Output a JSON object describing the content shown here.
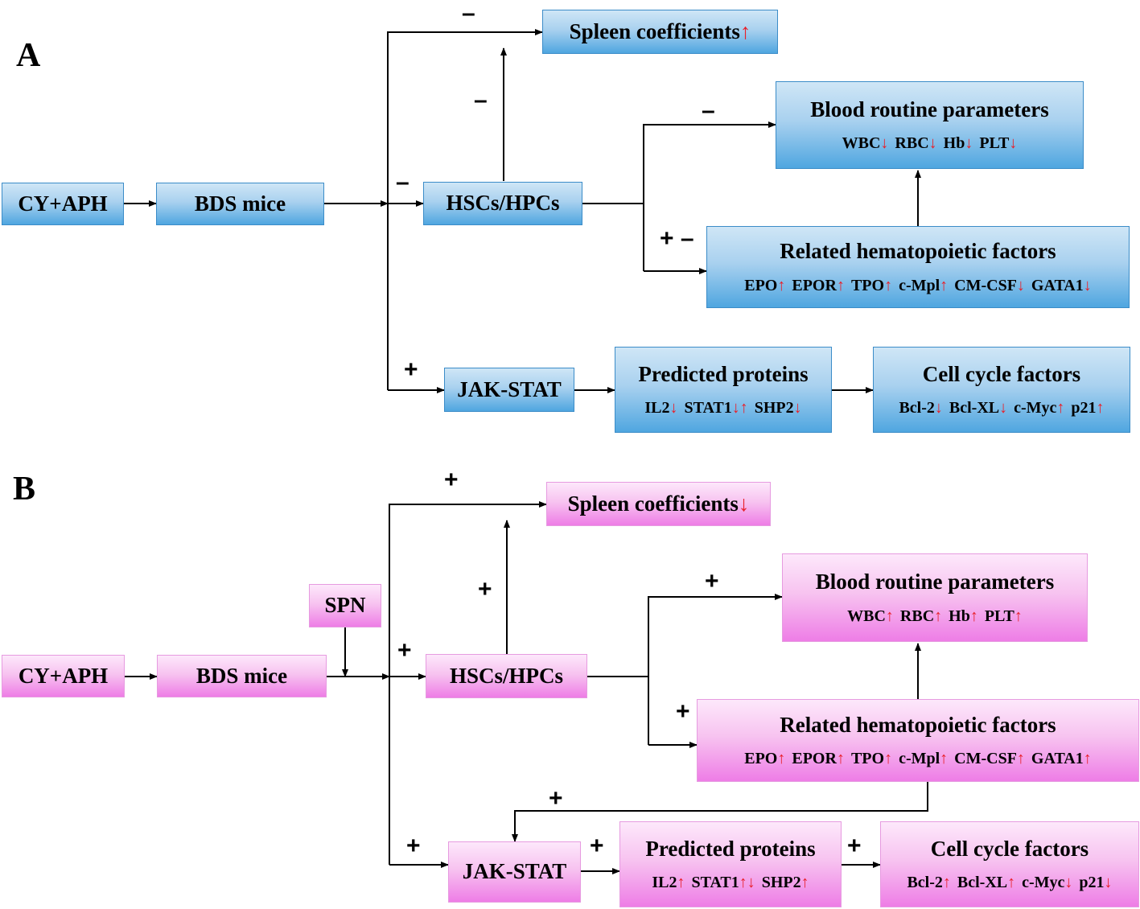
{
  "panels": {
    "a": {
      "label": "A",
      "cy_aph": "CY+APH",
      "bds_mice": "BDS mice",
      "hscs": "HSCs/HPCs",
      "jak_stat": "JAK-STAT",
      "spleen": {
        "text": "Spleen coefficients",
        "arrow": "↑"
      },
      "blood": {
        "title": "Blood routine parameters",
        "items": [
          {
            "t": "WBC",
            "a": "↓"
          },
          {
            "t": "RBC",
            "a": "↓"
          },
          {
            "t": "Hb",
            "a": "↓"
          },
          {
            "t": "PLT",
            "a": "↓"
          }
        ]
      },
      "hema": {
        "title": "Related hematopoietic factors",
        "items": [
          {
            "t": "EPO",
            "a": "↑"
          },
          {
            "t": "EPOR",
            "a": "↑"
          },
          {
            "t": "TPO",
            "a": "↑"
          },
          {
            "t": "c-Mpl",
            "a": "↑"
          },
          {
            "t": "CM-CSF",
            "a": "↓"
          },
          {
            "t": "GATA1",
            "a": "↓"
          }
        ]
      },
      "pred": {
        "title": "Predicted proteins",
        "items": [
          {
            "t": "IL2",
            "a": "↓"
          },
          {
            "t": "STAT1",
            "a": "↓↑"
          },
          {
            "t": "SHP2",
            "a": "↓"
          }
        ]
      },
      "cell": {
        "title": "Cell cycle factors",
        "items": [
          {
            "t": "Bcl-2",
            "a": "↓"
          },
          {
            "t": "Bcl-XL",
            "a": "↓"
          },
          {
            "t": "c-Myc",
            "a": "↑"
          },
          {
            "t": "p21",
            "a": "↑"
          }
        ]
      },
      "signs": {
        "spleen": "–",
        "hsc_up": "–",
        "hsc_in": "–",
        "blood": "–",
        "hema": "+ –",
        "jak": "+"
      }
    },
    "b": {
      "label": "B",
      "cy_aph": "CY+APH",
      "bds_mice": "BDS mice",
      "spn": "SPN",
      "hscs": "HSCs/HPCs",
      "jak_stat": "JAK-STAT",
      "spleen": {
        "text": "Spleen coefficients",
        "arrow": "↓"
      },
      "blood": {
        "title": "Blood routine parameters",
        "items": [
          {
            "t": "WBC",
            "a": "↑"
          },
          {
            "t": "RBC",
            "a": "↑"
          },
          {
            "t": "Hb",
            "a": "↑"
          },
          {
            "t": "PLT",
            "a": "↑"
          }
        ]
      },
      "hema": {
        "title": "Related hematopoietic factors",
        "items": [
          {
            "t": "EPO",
            "a": "↑"
          },
          {
            "t": "EPOR",
            "a": "↑"
          },
          {
            "t": "TPO",
            "a": "↑"
          },
          {
            "t": "c-Mpl",
            "a": "↑"
          },
          {
            "t": "CM-CSF",
            "a": "↑"
          },
          {
            "t": "GATA1",
            "a": "↑"
          }
        ]
      },
      "pred": {
        "title": "Predicted proteins",
        "items": [
          {
            "t": "IL2",
            "a": "↑"
          },
          {
            "t": "STAT1",
            "a": "↑↓"
          },
          {
            "t": "SHP2",
            "a": "↑"
          }
        ]
      },
      "cell": {
        "title": "Cell cycle factors",
        "items": [
          {
            "t": "Bcl-2",
            "a": "↑"
          },
          {
            "t": "Bcl-XL",
            "a": "↑"
          },
          {
            "t": "c-Myc",
            "a": "↓"
          },
          {
            "t": "p21",
            "a": "↓"
          }
        ]
      },
      "signs": {
        "spleen": "+",
        "hsc_up": "+",
        "hsc_in": "+",
        "blood": "+",
        "hema": "+",
        "feedback": "+",
        "jak": "+",
        "pred": "+",
        "cell": "+"
      }
    }
  }
}
